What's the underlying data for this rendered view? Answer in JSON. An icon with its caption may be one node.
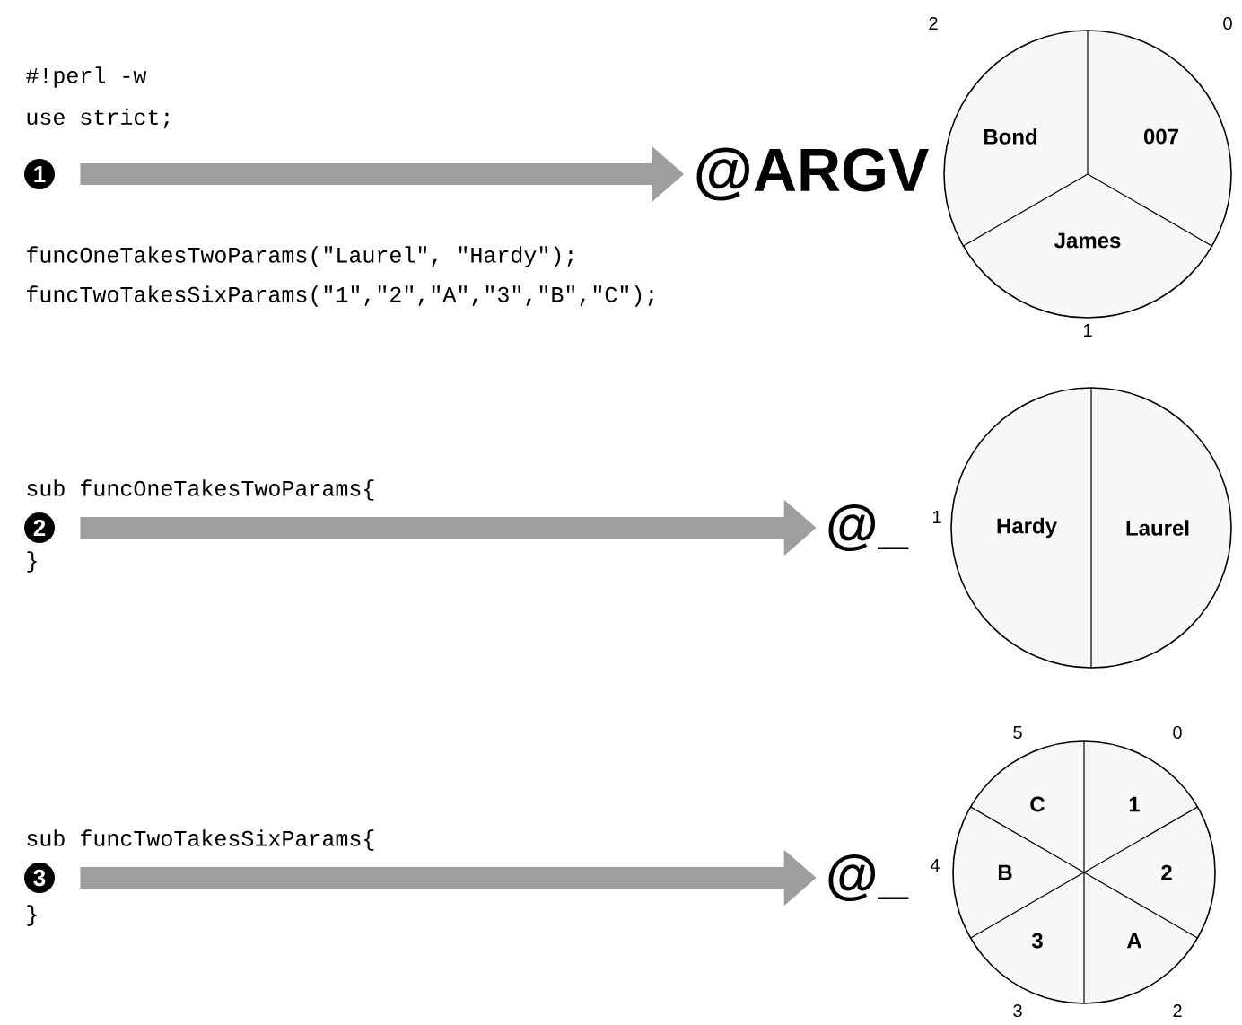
{
  "diagram": {
    "nodes": [
      {
        "text": [
          "1"
        ]
      },
      {
        "text": [
          "@ARGV"
        ]
      },
      {
        "text": [
          "Bond",
          "007",
          "James"
        ],
        "beside": [
          "2",
          "0",
          "1"
        ]
      },
      {
        "text": [
          "2"
        ]
      },
      {
        "text": [
          "@_"
        ]
      },
      {
        "text": [
          "Hardy",
          "Laurel"
        ],
        "beside": [
          "1"
        ]
      },
      {
        "text": [
          "3"
        ]
      },
      {
        "text": [
          "@_"
        ]
      },
      {
        "text": [
          "C",
          "1",
          "B",
          "2",
          "3",
          "A"
        ],
        "beside": [
          "5",
          "0",
          "4",
          "3",
          "2"
        ]
      }
    ],
    "edges": [
      {
        "from": 0,
        "to": 1,
        "arrow": "to"
      },
      {
        "from": 3,
        "to": 4,
        "arrow": "to"
      },
      {
        "from": 6,
        "to": 7,
        "arrow": "to"
      }
    ],
    "labels": [
      "#!perl -w",
      "use strict;",
      "funcOneTakesTwoParams(\"Laurel\", \"Hardy\");",
      "funcTwoTakesSixParams(\"1\",\"2\",\"A\",\"3\",\"B\",\"C\");",
      "sub funcOneTakesTwoParams{",
      "}",
      "sub funcTwoTakesSixParams{",
      "}"
    ]
  }
}
